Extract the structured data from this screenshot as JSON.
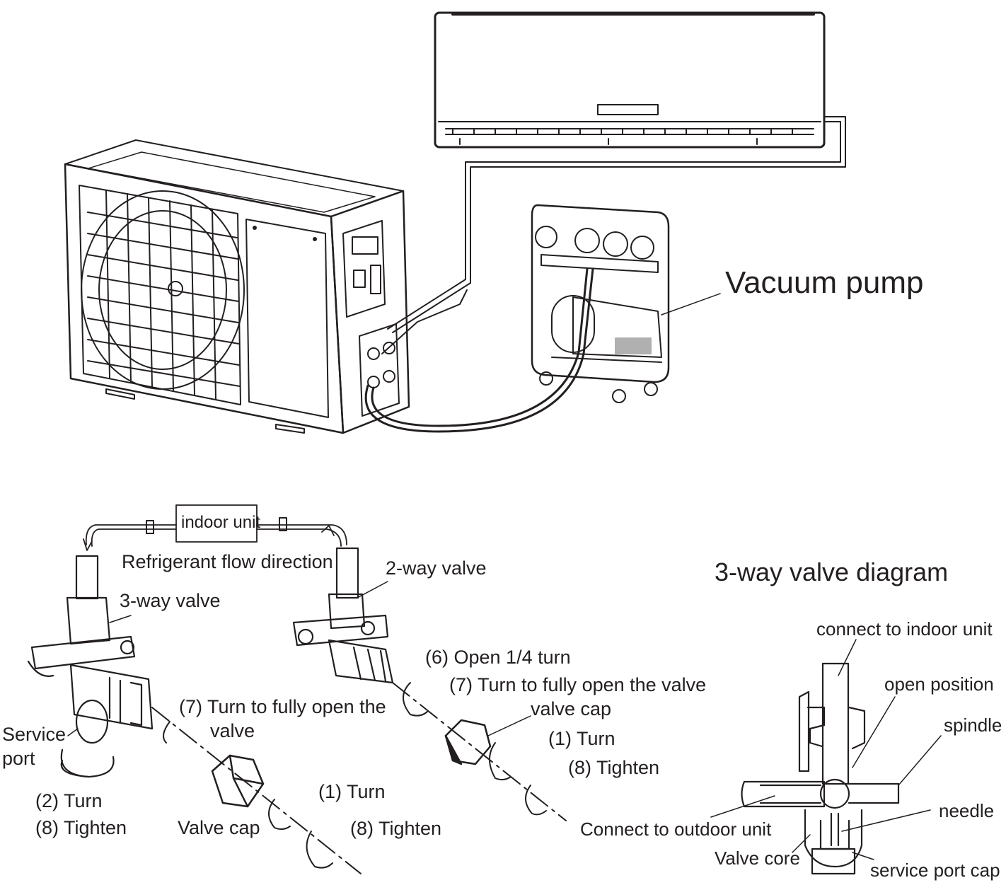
{
  "top": {
    "vacuum_pump": "Vacuum pump"
  },
  "flow": {
    "indoor_unit": "indoor unit",
    "refrigerant_flow": "Refrigerant flow direction",
    "three_way_valve": "3-way valve",
    "two_way_valve": "2-way valve"
  },
  "left_valve": {
    "service": "Service",
    "port": "port",
    "turn2": "(2) Turn",
    "tighten8": "(8) Tighten",
    "turn7_line1": "(7) Turn to fully open the",
    "turn7_line2": "valve",
    "valve_cap": "Valve cap",
    "turn1": "(1) Turn",
    "tighten8b": "(8) Tighten"
  },
  "right_valve": {
    "open6": "(6) Open 1/4 turn",
    "turn7": "(7) Turn to fully open the valve",
    "valve_cap": "valve cap",
    "turn1": "(1) Turn",
    "tighten8": "(8) Tighten"
  },
  "diagram": {
    "title": "3-way valve diagram",
    "connect_indoor": "connect to indoor unit",
    "open_position": "open position",
    "spindle": "spindle",
    "needle": "needle",
    "connect_outdoor": "Connect to outdoor unit",
    "valve_core": "Valve core",
    "service_port_cap": "service port cap"
  },
  "colors": {
    "ink": "#231f20",
    "background": "#ffffff"
  }
}
